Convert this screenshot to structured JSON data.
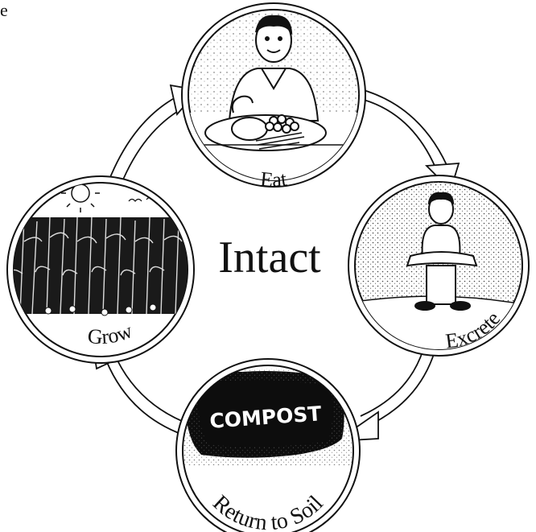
{
  "top_caption": "e",
  "center_label": "Intact",
  "cycle": {
    "nodes": [
      {
        "id": "eat",
        "label": "Eat",
        "icon": "person-eating-icon"
      },
      {
        "id": "excrete",
        "label": "Excrete",
        "icon": "person-on-toilet-icon"
      },
      {
        "id": "return_to_soil",
        "label": "Return to Soil",
        "badge": "COMPOST",
        "icon": "compost-pile-icon"
      },
      {
        "id": "grow",
        "label": "Grow",
        "icon": "corn-field-icon"
      }
    ],
    "arrows": [
      "eat-to-excrete",
      "excrete-to-return",
      "return-to-grow",
      "grow-to-eat"
    ]
  }
}
